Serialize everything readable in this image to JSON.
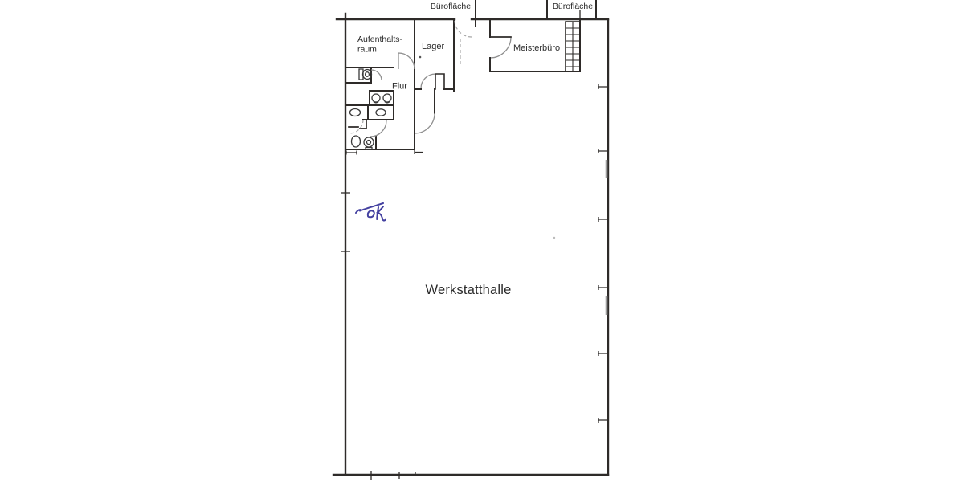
{
  "plan": {
    "labels": {
      "office_area_left": "Bürofläche",
      "office_area_right": "Bürofläche",
      "break_room_line1": "Aufenthalts-",
      "break_room_line2": "raum",
      "storage_room": "Lager",
      "hallway": "Flur",
      "foreman_office": "Meisterbüro",
      "workshop_hall": "Werkstatthalle"
    },
    "colors": {
      "wall_ink": "#2e2b29",
      "door_arc_gray": "#8f8f8f",
      "dashed_gray": "#a8a8a8",
      "signature_ink": "#4340a0",
      "background": "#ffffff"
    }
  }
}
